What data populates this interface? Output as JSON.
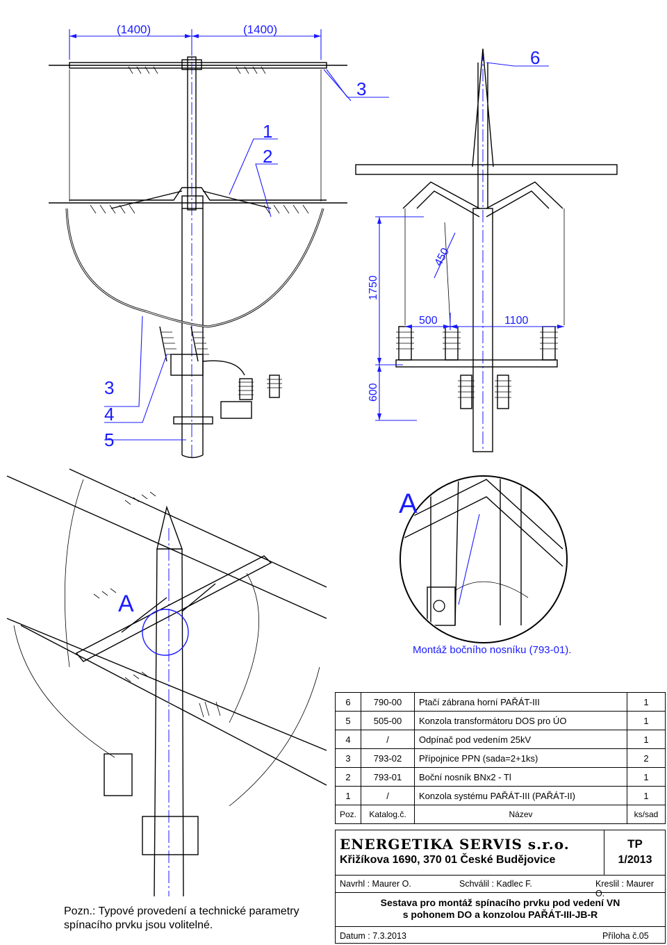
{
  "dimensions": {
    "top_span_left": "(1400)",
    "top_span_right": "(1400)",
    "height_1750": "1750",
    "height_600": "600",
    "offset_450": "450",
    "width_500": "500",
    "width_1100": "1100"
  },
  "callouts": {
    "pos_6": "6",
    "pos_3_top": "3",
    "pos_1": "1",
    "pos_2": "2",
    "pos_3_side": "3",
    "pos_4": "4",
    "pos_5": "5",
    "view_a": "A",
    "view_a_marker": "A"
  },
  "detail_caption": "Montáž bočního nosníku (793-01).",
  "parts_table": {
    "rows": [
      {
        "poz": "6",
        "katalog": "790-00",
        "nazev": "Ptačí zábrana horní PAŘÁT-III",
        "ks": "1"
      },
      {
        "poz": "5",
        "katalog": "505-00",
        "nazev": "Konzola transformátoru DOS pro ÚO",
        "ks": "1"
      },
      {
        "poz": "4",
        "katalog": "/",
        "nazev": "Odpínač pod vedením 25kV",
        "ks": "1"
      },
      {
        "poz": "3",
        "katalog": "793-02",
        "nazev": "Přípojnice PPN (sada=2+1ks)",
        "ks": "2"
      },
      {
        "poz": "2",
        "katalog": "793-01",
        "nazev": "Boční nosník BNx2 - Tl",
        "ks": "1"
      },
      {
        "poz": "1",
        "katalog": "/",
        "nazev": "Konzola systému PAŘÁT-III (PAŘÁT-II)",
        "ks": "1"
      }
    ],
    "header": {
      "poz": "Poz.",
      "katalog": "Katalog.č.",
      "nazev": "Název",
      "ks": "ks/sad"
    }
  },
  "title_block": {
    "company": "ENERGETIKA SERVIS s.r.o.",
    "address": "Křižíkova 1690, 370 01 České Budějovice",
    "doc_type": "TP",
    "doc_number": "1/2013",
    "navrhl": "Navrhl : Maurer O.",
    "schvalil": "Schválil : Kadlec F.",
    "kreslil": "Kreslil  : Maurer O.",
    "description_line1": "Sestava pro montáž spínacího prvku pod vedení VN",
    "description_line2": "s pohonem DO a konzolou PAŘÁT-III-JB-R",
    "datum": "Datum : 7.3.2013",
    "priloha": "Příloha č.05"
  },
  "note": {
    "line1": "Pozn.: Typové provedení a technické parametry",
    "line2": "spínacího prvku jsou volitelné."
  },
  "colors": {
    "annotation": "#1a1aff",
    "lines": "#000000"
  }
}
